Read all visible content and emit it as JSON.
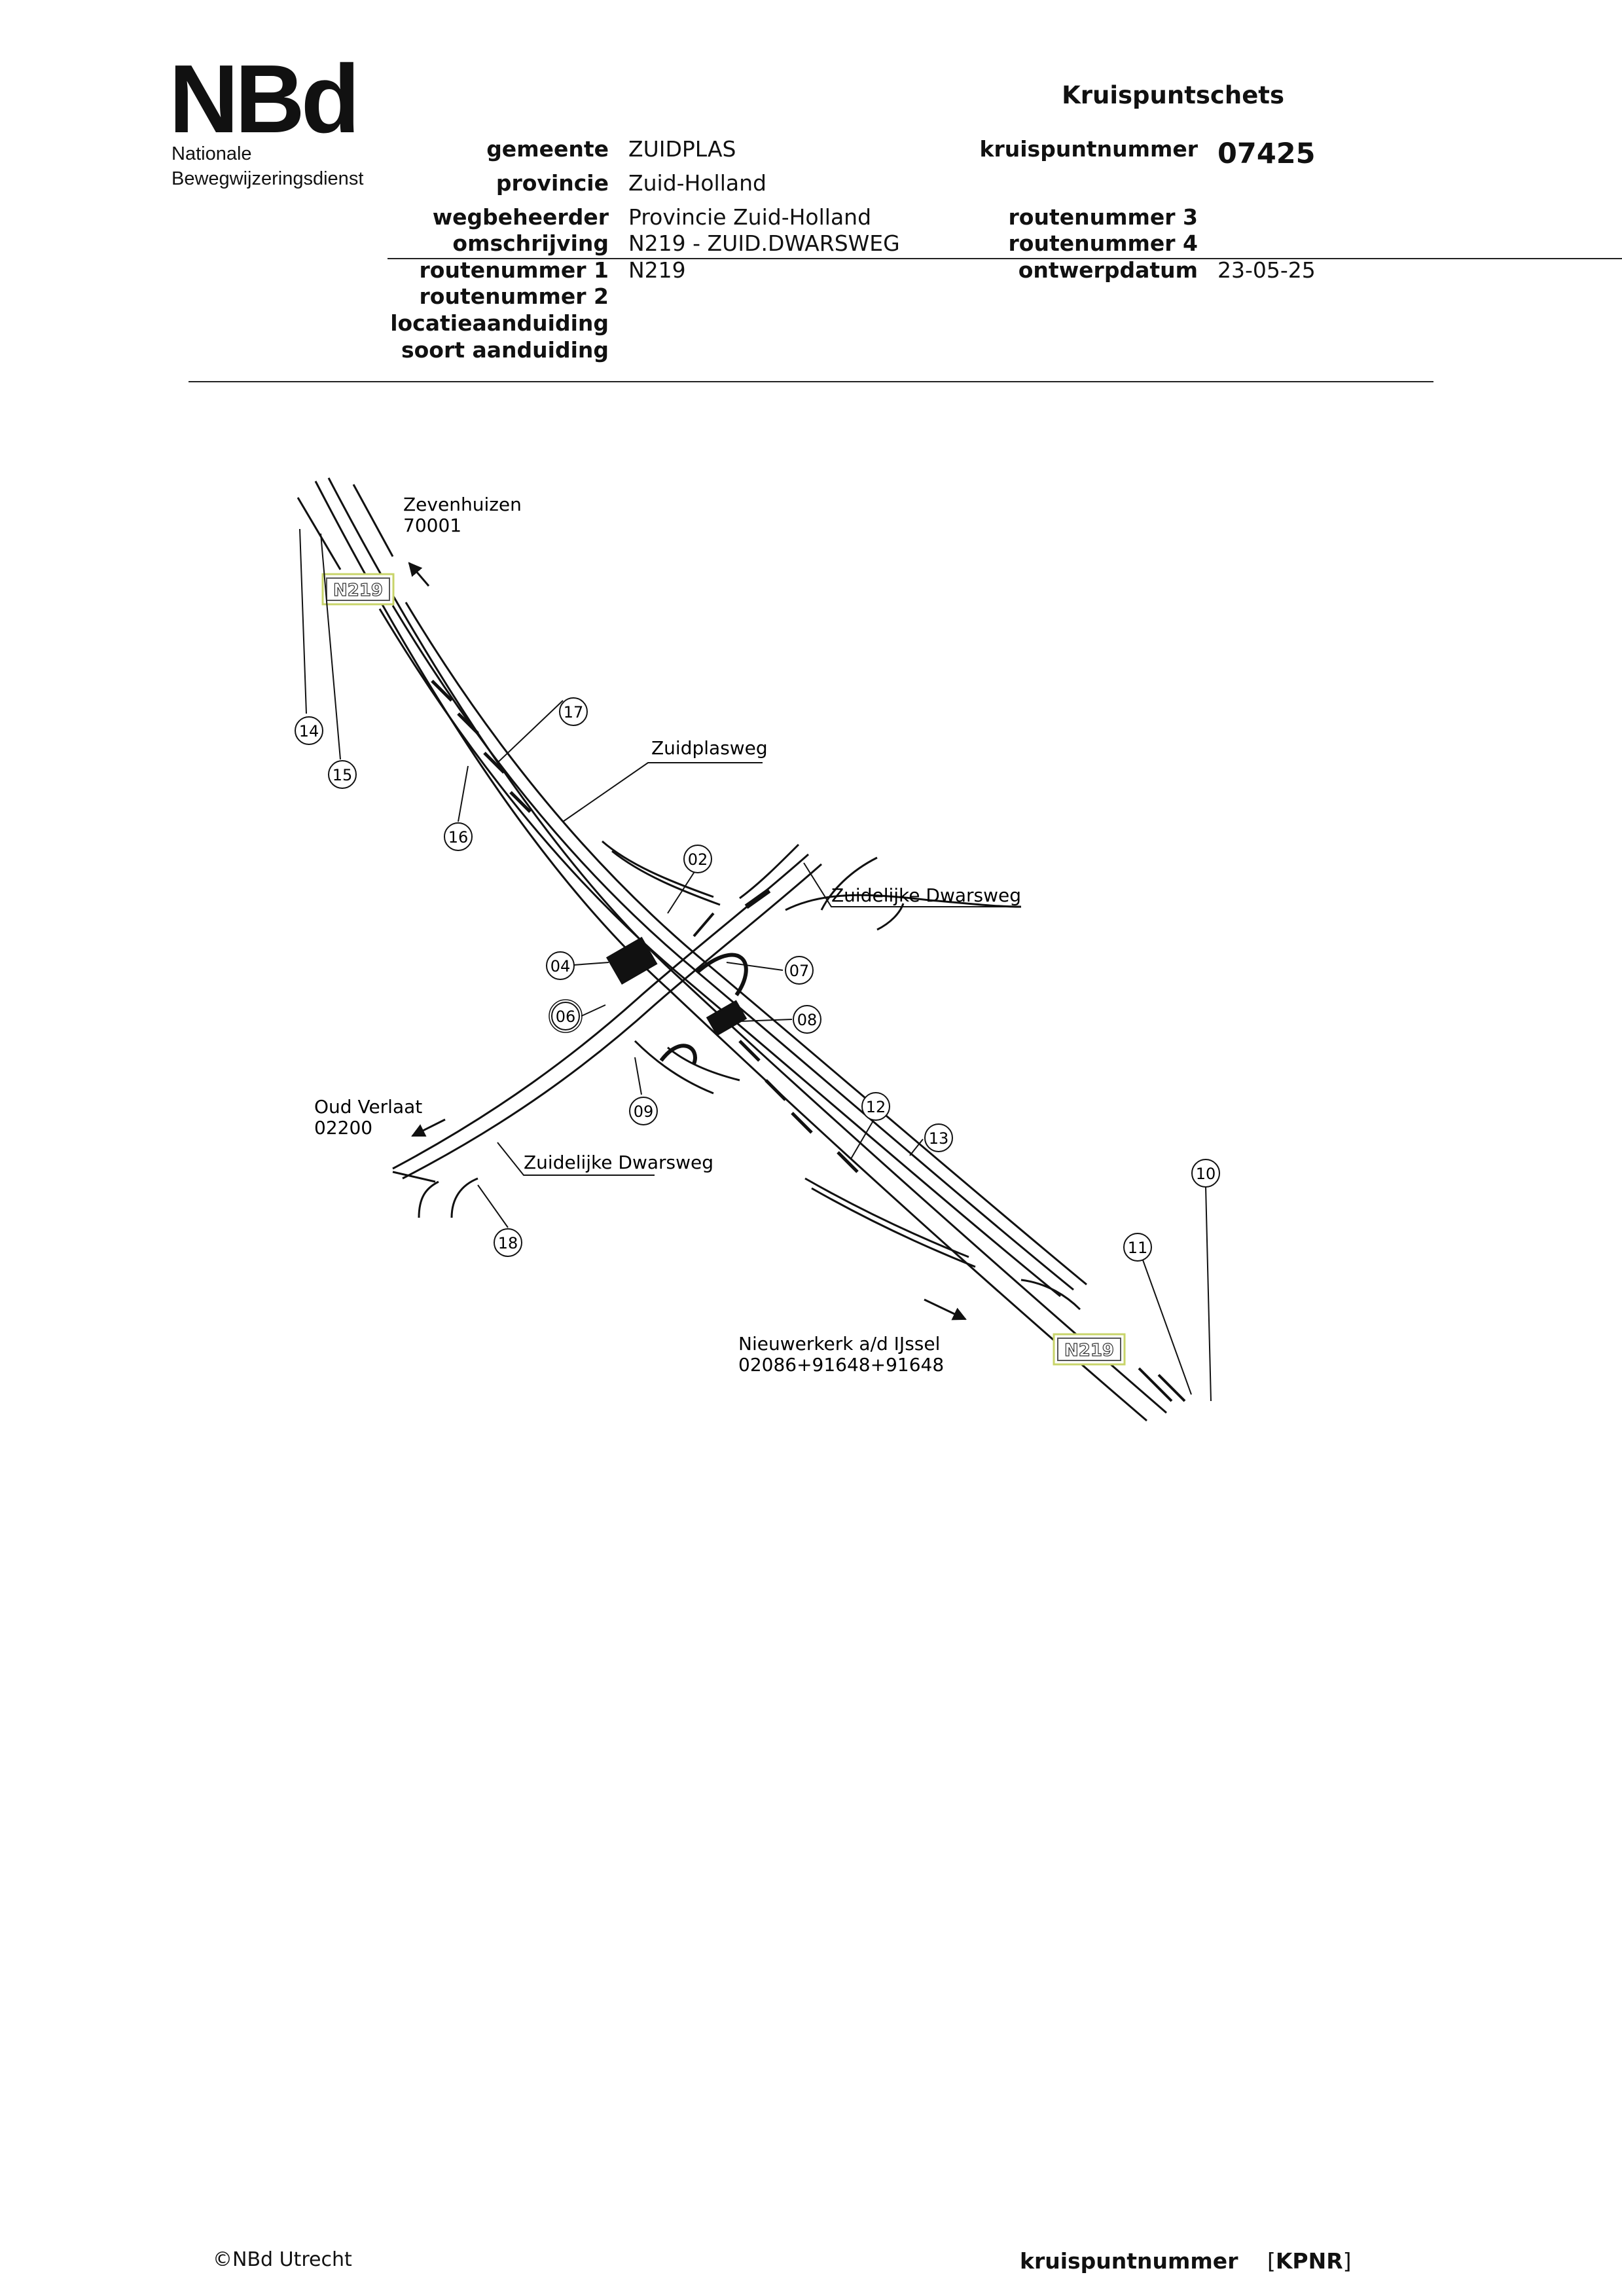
{
  "header": {
    "logo": "NBd",
    "org_line1": "Nationale",
    "org_line2": "Bewegwijzeringsdienst",
    "doc_title": "Kruispuntschets"
  },
  "fields_left": [
    {
      "label": "gemeente",
      "value": "ZUIDPLAS"
    },
    {
      "label": "provincie",
      "value": "Zuid-Holland"
    },
    {
      "label": "wegbeheerder",
      "value": "Provincie Zuid-Holland"
    },
    {
      "label": "omschrijving",
      "value": "N219 - ZUID.DWARSWEG"
    },
    {
      "label": "routenummer 1",
      "value": "N219"
    },
    {
      "label": "routenummer 2",
      "value": ""
    },
    {
      "label": "locatieaanduiding",
      "value": ""
    },
    {
      "label": "soort aanduiding",
      "value": ""
    }
  ],
  "fields_right": [
    {
      "label": "kruispuntnummer",
      "value": "07425"
    },
    {
      "label": "routenummer 3",
      "value": ""
    },
    {
      "label": "routenummer 4",
      "value": ""
    },
    {
      "label": "ontwerpdatum",
      "value": "23-05-25"
    }
  ],
  "diagram": {
    "destinations": {
      "north_name": "Zevenhuizen",
      "north_code": "70001",
      "west_name": "Oud Verlaat",
      "west_code": "02200",
      "south_name": "Nieuwerkerk a/d IJssel",
      "south_code": "02086+91648+91648"
    },
    "roads": {
      "zuidplasweg": "Zuidplasweg",
      "dwarsweg_east": "Zuidelijke Dwarsweg",
      "dwarsweg_west": "Zuidelijke Dwarsweg"
    },
    "shields": [
      "N219",
      "N219"
    ],
    "markers": [
      "02",
      "04",
      "06",
      "07",
      "08",
      "09",
      "10",
      "11",
      "12",
      "13",
      "14",
      "15",
      "16",
      "17",
      "18"
    ]
  },
  "footer": {
    "left": "©NBd Utrecht",
    "right_label": "kruispuntnummer",
    "right_bracket_open": "[",
    "right_code": "KPNR",
    "right_bracket_close": "]"
  },
  "colors": {
    "ink": "#111111",
    "shield_frame": "#c8d46a"
  }
}
